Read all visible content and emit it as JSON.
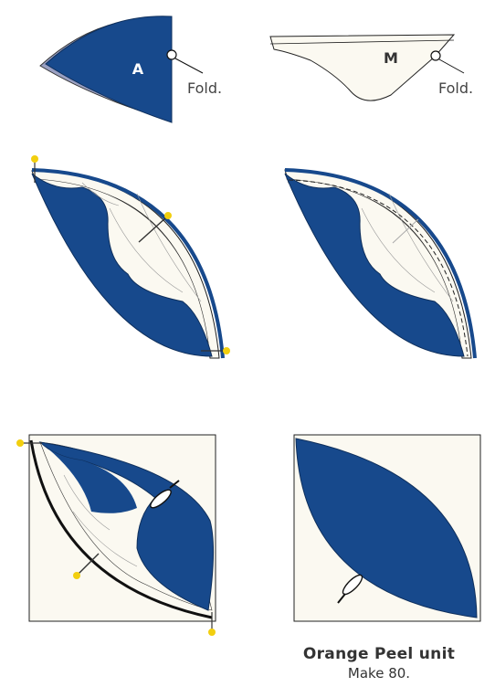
{
  "labels": {
    "piece_a": "A",
    "piece_m": "M",
    "fold_left": "Fold.",
    "fold_right": "Fold."
  },
  "caption": {
    "title": "Orange Peel unit",
    "subtitle": "Make 80."
  },
  "colors": {
    "navy": "#17498c",
    "cream": "#fbf9f1",
    "outline": "#111111",
    "pin": "#f2cf0f",
    "lavender": "#9aa0c2"
  }
}
